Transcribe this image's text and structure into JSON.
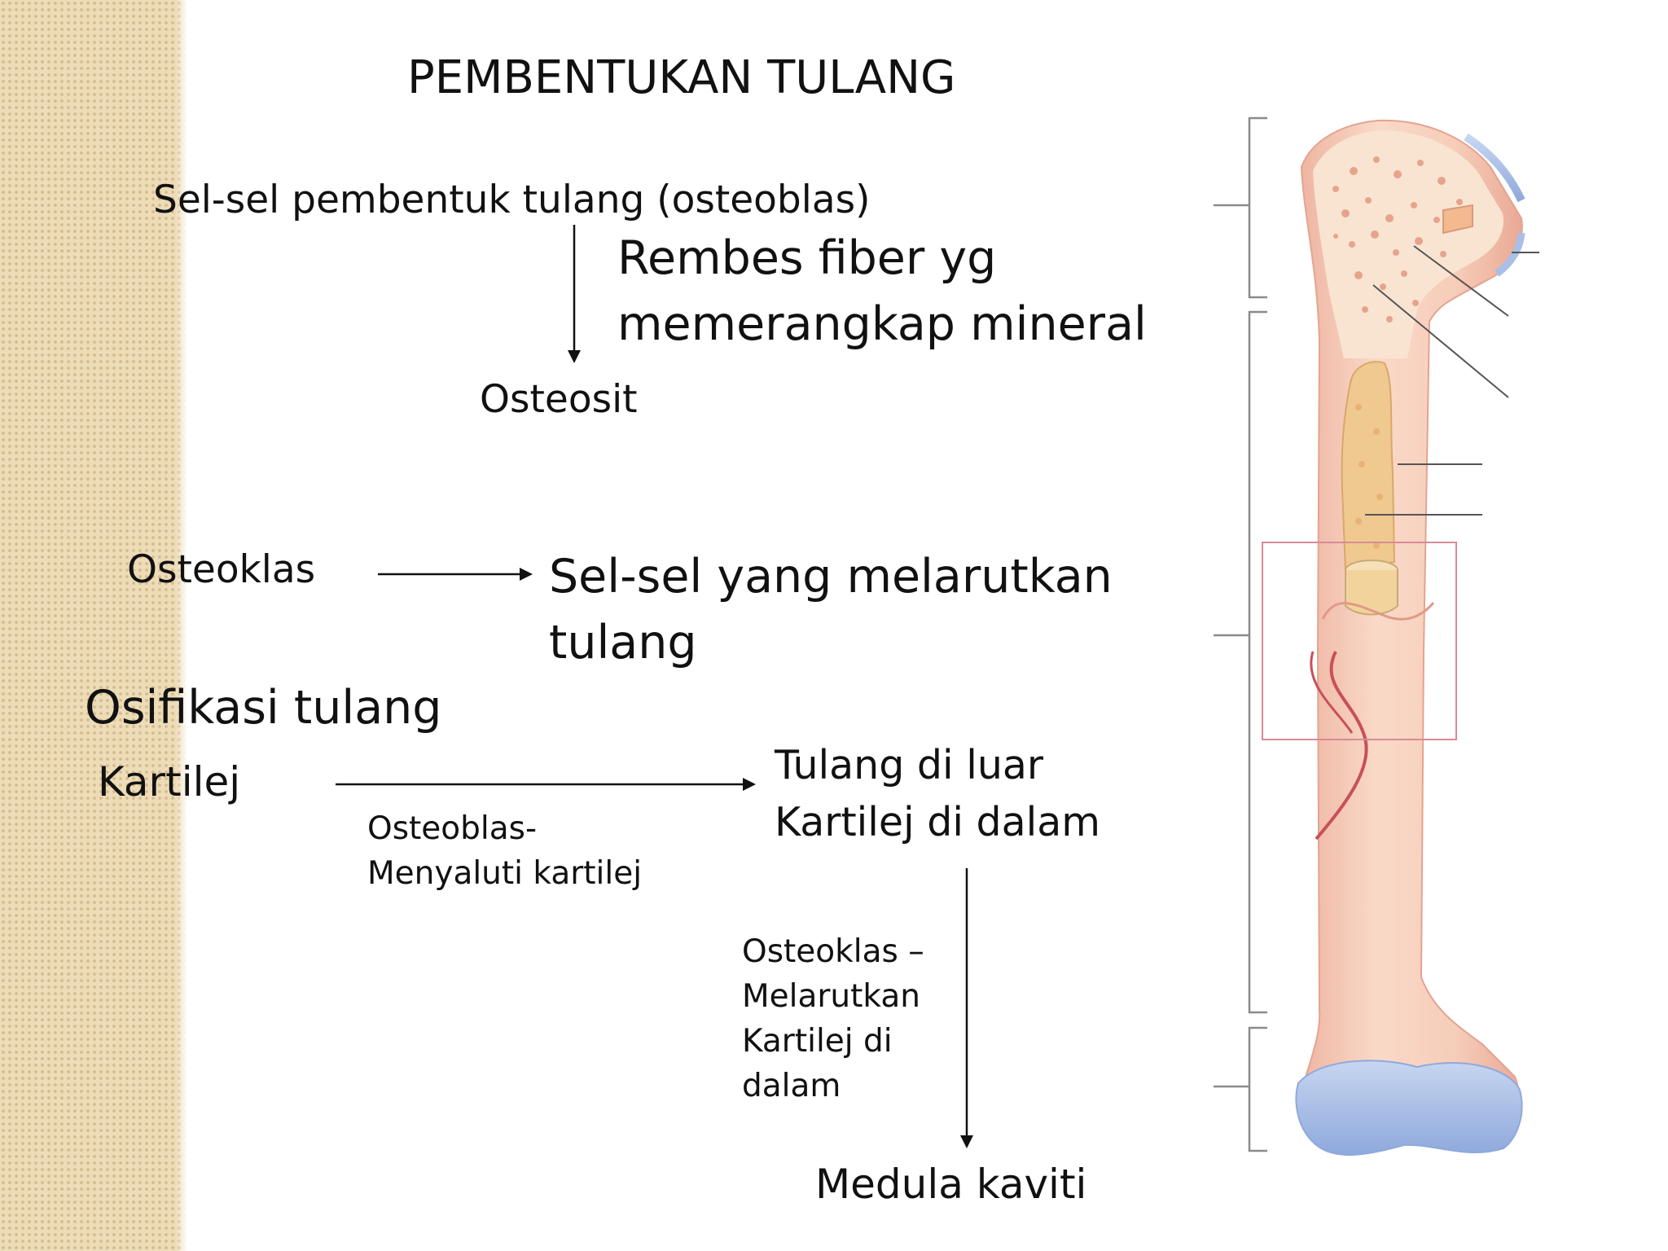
{
  "slide": {
    "title": "PEMBENTUKAN TULANG",
    "osteoblast_label": "Sel-sel pembentuk tulang (osteoblas)",
    "fiber_note": [
      "Rembes fiber yg",
      "memerangkap mineral"
    ],
    "osteocyte_label": "Osteosit",
    "osteoclast_label": "Osteoklas",
    "osteoclast_result": [
      "Sel-sel yang melarutkan",
      "tulang"
    ],
    "ossification_heading": "Osifikasi tulang",
    "cartilage_label": "Kartilej",
    "cartilage_process": [
      "Osteoblas-",
      "Menyaluti kartilej"
    ],
    "cartilage_result": [
      "Tulang di luar",
      "Kartilej di dalam"
    ],
    "dissolve_process": [
      "Osteoklas –",
      "Melarutkan",
      "Kartilej di",
      "dalam"
    ],
    "final_result": "Medula kaviti"
  },
  "colors": {
    "sidebar": "#eddcb8",
    "text": "#111111",
    "bone": "#f6d2c0",
    "bone_shadow": "#e8a592",
    "cartilage": "#a9bfe6",
    "marrow": "#f0c990",
    "artery": "#c8505a",
    "highlight_box": "#d98a98"
  }
}
